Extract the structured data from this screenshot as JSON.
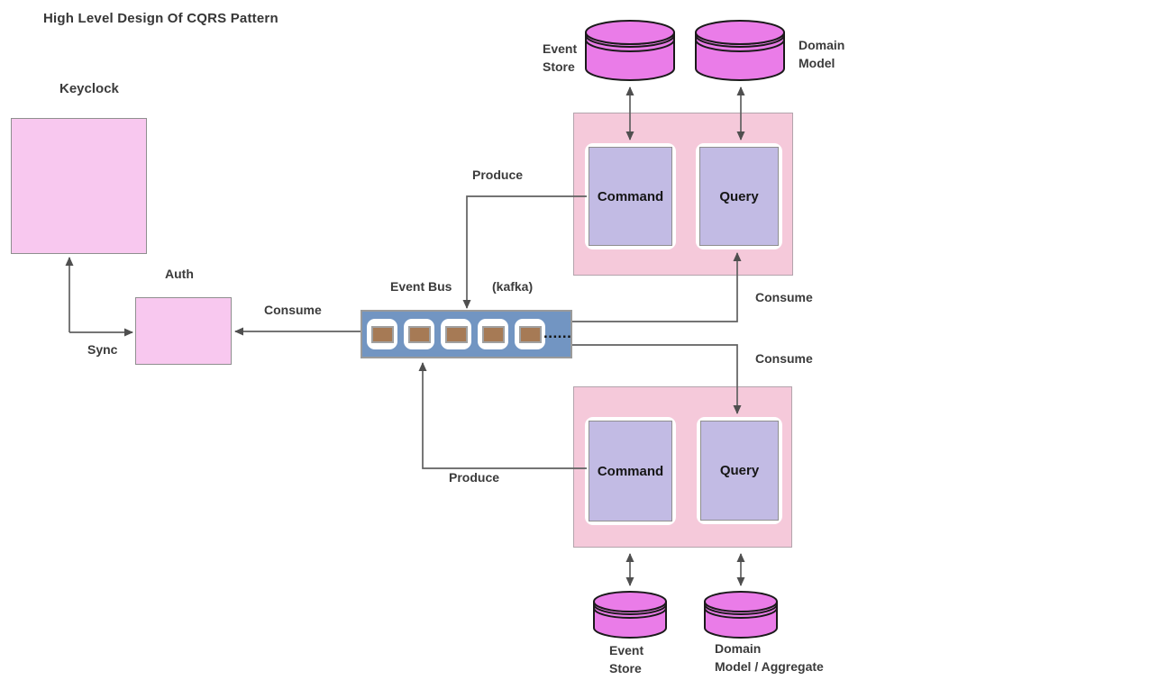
{
  "title": "High Level Design Of CQRS Pattern",
  "left_panel": {
    "keyclock_label": "Keyclock",
    "auth_label": "Auth",
    "sync_label": "Sync",
    "consume_label": "Consume"
  },
  "event_bus": {
    "label": "Event Bus",
    "tech_label": "(kafka)",
    "partition_count": 5,
    "ellipsis": "......",
    "produce_top_label": "Produce",
    "produce_bottom_label": "Produce",
    "consume_top_label": "Consume",
    "consume_bottom_label": "Consume"
  },
  "top_service": {
    "command_label": "Command",
    "query_label": "Query"
  },
  "bottom_service": {
    "command_label": "Command",
    "query_label": "Query"
  },
  "datastores": {
    "top_event_store": {
      "line1": "Event",
      "line2": "Store"
    },
    "top_domain_model": {
      "line1": "Domain",
      "line2": "Model"
    },
    "bottom_event_store": {
      "line1": "Event",
      "line2": "Store"
    },
    "bottom_domain_model": {
      "line1": "Domain",
      "line2": "Model / Aggregate"
    }
  },
  "colors": {
    "auth_pink": "#f8c8ef",
    "service_container_pink": "#f5c9da",
    "command_query_lavender": "#c2bbe4",
    "event_bus_blue": "#7295c2",
    "partition_brown": "#a67a55",
    "database_magenta": "#ea7ce8",
    "arrow_gray": "#606060",
    "text_dark": "#3b3b3b"
  }
}
